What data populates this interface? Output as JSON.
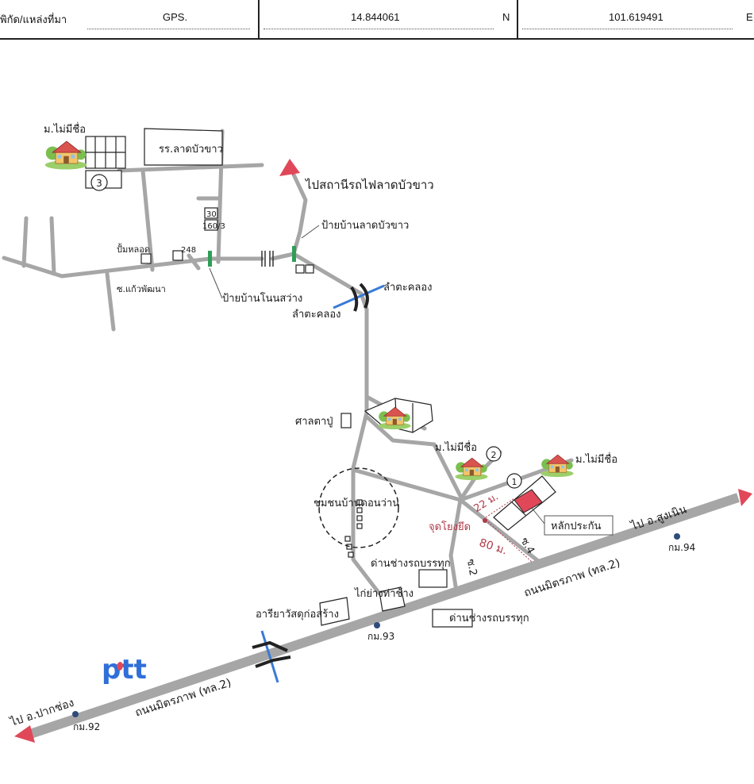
{
  "header": {
    "label": "พิกัด/แหล่งที่มา",
    "gps_label": "GPS.",
    "lat": "14.844061",
    "lat_unit": "N",
    "lon": "101.619491",
    "lon_unit": "E"
  },
  "map": {
    "labels": {
      "village_nw": "ม.ไม่มีชื่อ",
      "school": "รร.ลาดบัวขาว",
      "to_station": "ไปสถานีรถไฟลาดบัวขาว",
      "stop_ladbuakhao": "ป้ายบ้านลาดบัวขาว",
      "house_30": "30",
      "house_160": "160/3",
      "pump": "ปั้มหลอด",
      "house_248": "248",
      "soi_kaew": "ซ.แก้วพัฒนา",
      "stop_nonsawang": "ป้ายบ้านโนนสว่าง",
      "canal_right": "ลำตะคลอง",
      "canal_left": "ลำตะคลอง",
      "shrine": "ศาลตาปู่",
      "village_mid": "ม.ไม่มีชื่อ",
      "village_ne": "ม.ไม่มีชื่อ",
      "community": "ชุมชนบ้านดอนว่าน",
      "dist_22": "22 ม.",
      "tie_point": "จุดโยงยึด",
      "collateral": "หลักประกัน",
      "dist_80": "80 ม.",
      "soi_4": "ซ.4",
      "soi_2": "ซ.2",
      "weigh_station_1": "ด่านช่างรถบรรทุก",
      "chicken_shop": "ไก่ย่างท่าช้าง",
      "ariya_temple": "อารียาวัสดุก่อสร้าง",
      "km93": "กม.93",
      "weigh_station_2": "ด่านช่างรถบรรทุก",
      "highway_upper": "ถนนมิตรภาพ (ทล.2)",
      "highway_lower": "ถนนมิตรภาพ (ทล.2)",
      "to_sungnoen": "ไป อ.สูงเนิน",
      "km94": "กม.94",
      "to_pakchong": "ไป อ.ปากช่อง",
      "km92": "กม.92",
      "ptt": "ptt",
      "marker_1": "1",
      "marker_2": "2",
      "marker_3": "3"
    },
    "colors": {
      "road": "#a6a6a6",
      "arrow": "#e0485a",
      "canal": "#3a7bd5",
      "stop": "#2e9e57",
      "collateral": "#e0485a",
      "annotation": "#b03a48",
      "km_dot": "#2f4b7c",
      "ptt_blue": "#2f6fd8"
    }
  }
}
